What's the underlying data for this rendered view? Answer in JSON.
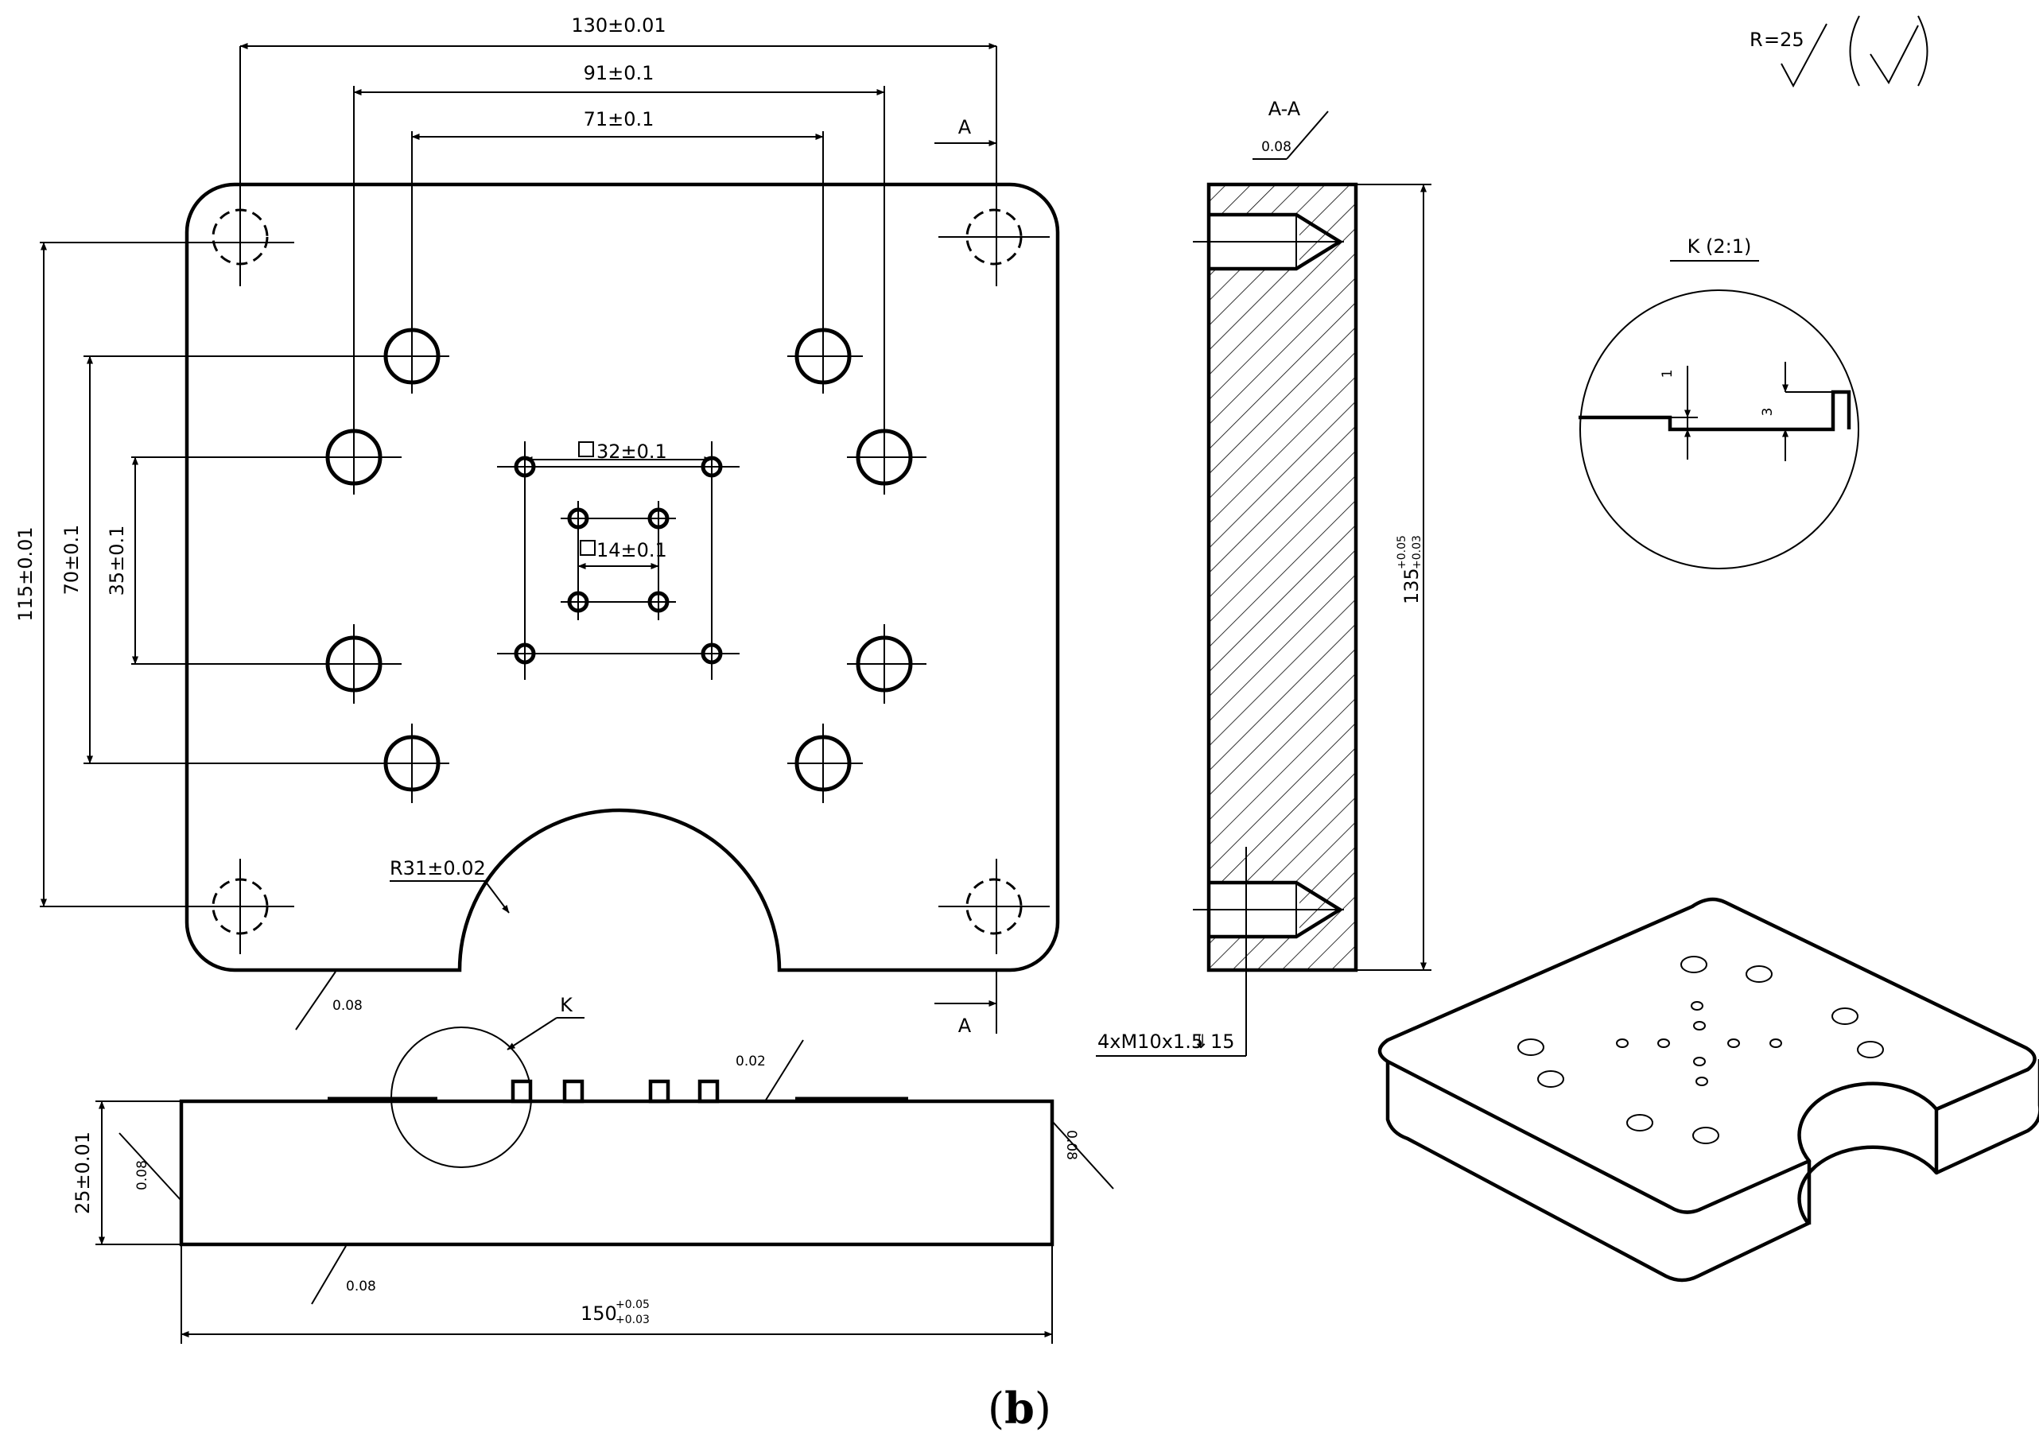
{
  "dims": {
    "d130": "130±0.01",
    "d91": "91±0.1",
    "d71": "71±0.1",
    "d115": "115±0.01",
    "d70": "70±0.1",
    "d35": "35±0.1",
    "sq32": "32±0.1",
    "sq14": "14±0.1",
    "r31": "R31±0.02",
    "d25": "25±0.01",
    "d150": "150",
    "d150_upper": "+0.05",
    "d150_lower": "+0.03",
    "d135": "135",
    "d135_upper": "+0.05",
    "d135_lower": "+0.03",
    "tap": "4xM10x1.5",
    "tap_depth": "15",
    "k_small": "1",
    "k_big": "3"
  },
  "tolerances": {
    "t008": "0.08",
    "t002": "0.02"
  },
  "labels": {
    "section_a": "A",
    "section_aa": "A-A",
    "detail_k": "K",
    "detail_k_title": "K (2:1)",
    "roughness": "R",
    "roughness_suffix": "=25",
    "caption_open": "(",
    "caption_letter": "b",
    "caption_close": ")"
  }
}
